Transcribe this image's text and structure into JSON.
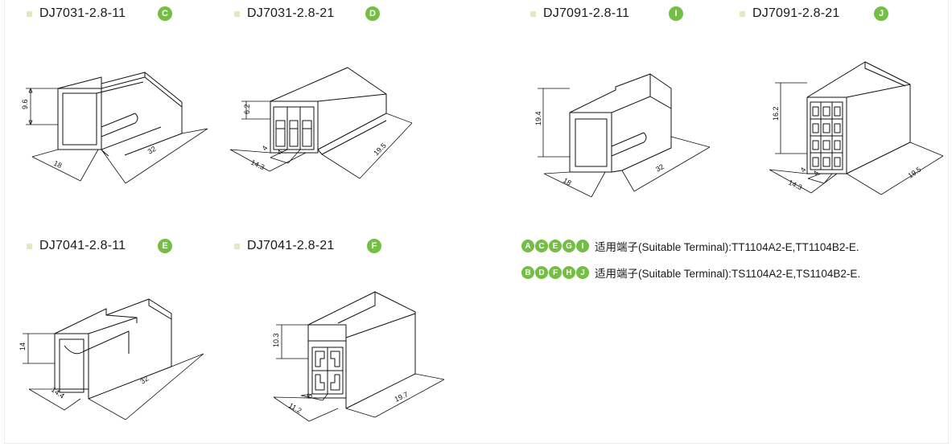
{
  "products": [
    {
      "model": "DJ7031-2.8-11",
      "badge": "C",
      "dims": {
        "height": "9.6",
        "width": "18",
        "length": "32"
      }
    },
    {
      "model": "DJ7031-2.8-21",
      "badge": "D",
      "dims": {
        "height": "6.2",
        "width": "14.3",
        "pitch1": "4",
        "pitch2": "4",
        "length": "19.5"
      }
    },
    {
      "model": "DJ7091-2.8-11",
      "badge": "I",
      "dims": {
        "height": "19.4",
        "width": "18",
        "length": "32"
      }
    },
    {
      "model": "DJ7091-2.8-21",
      "badge": "J",
      "dims": {
        "height": "16.2",
        "width": "14.3",
        "pitch1": "4",
        "pitch2": "4",
        "length": "19.5"
      }
    },
    {
      "model": "DJ7041-2.8-11",
      "badge": "E",
      "dims": {
        "height": "14",
        "width": "14.4",
        "length": "32"
      }
    },
    {
      "model": "DJ7041-2.8-21",
      "badge": "F",
      "dims": {
        "height": "10.3",
        "width": "11.2",
        "pitch": "5",
        "length": "19.7"
      }
    }
  ],
  "legend": [
    {
      "badges": [
        "A",
        "C",
        "E",
        "G",
        "I"
      ],
      "text": "适用端子(Suitable Terminal):TT1104A2-E,TT1104B2-E."
    },
    {
      "badges": [
        "B",
        "D",
        "F",
        "H",
        "J"
      ],
      "text": "适用端子(Suitable Terminal):TS1104A2-E,TS1104B2-E."
    }
  ],
  "colors": {
    "accent": "#73be43",
    "bullet": "#dcebc0",
    "line": "#111111"
  }
}
